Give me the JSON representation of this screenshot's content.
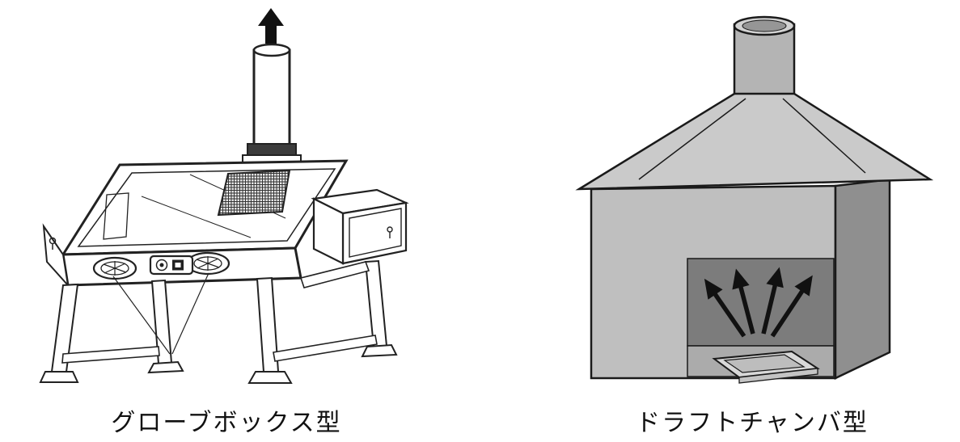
{
  "page": {
    "background": "#ffffff",
    "description_parts": {
      "left_figure": [
        "exhaust-arrow",
        "exhaust-pipe",
        "viewing-window",
        "filter-mesh",
        "glove-port-left",
        "glove-port-right",
        "control-panel",
        "pass-through-box",
        "left-end-panel",
        "stand"
      ],
      "right_figure": [
        "chimney",
        "hood",
        "cabinet",
        "work-opening",
        "airflow-arrows",
        "sample-tray"
      ]
    }
  },
  "figures": [
    {
      "id": "glove-box",
      "caption": "グローブボックス型",
      "style": "black-and-white line drawing"
    },
    {
      "id": "draft-chamber",
      "caption": "ドラフトチャンバ型",
      "style": "gray shaded drawing"
    }
  ],
  "colors": {
    "line": "#1a1a1a",
    "hood": "#cacaca",
    "cabinet_front": "#bfbfbf",
    "cabinet_side": "#8f8f8f",
    "opening_back": "#7c7c7c",
    "opening_floor": "#ababab",
    "chimney": "#b4b4b4",
    "arrows": "#111111"
  }
}
